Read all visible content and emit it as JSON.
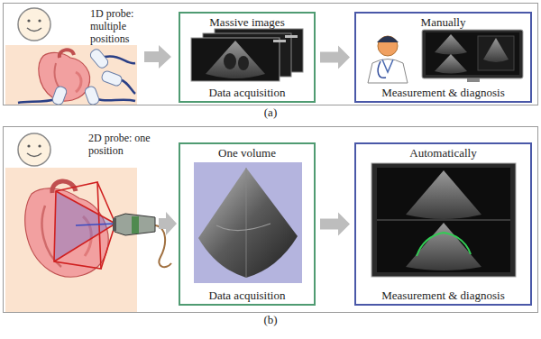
{
  "diagram": {
    "nodes": [
      {
        "text": [
          "(a)"
        ]
      },
      {
        "text": [
          "Massive images",
          "Data acquisition"
        ],
        "in": 0
      },
      {
        "text": [
          "Manually",
          "Measurement & diagnosis"
        ],
        "in": 0
      },
      {
        "text": [
          "(b)"
        ]
      },
      {
        "text": [
          "One volume",
          "Data acquisition"
        ],
        "in": 3
      },
      {
        "text": [
          "Automatically",
          "Measurement & diagnosis"
        ],
        "in": 3
      }
    ],
    "edges": [
      {
        "from": 1,
        "to": 2,
        "arrow": "to"
      },
      {
        "from": 4,
        "to": 5,
        "arrow": "to"
      }
    ],
    "labels": [
      "1D probe: multiple positions",
      "2D probe: one position"
    ]
  }
}
